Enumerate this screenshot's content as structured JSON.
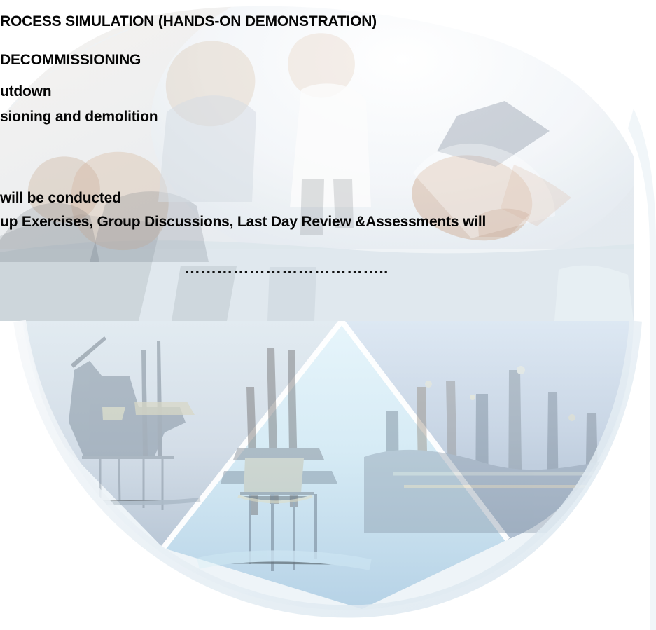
{
  "document": {
    "lines": [
      "ROCESS SIMULATION (HANDS-ON DEMONSTRATION)",
      "DECOMMISSIONING",
      "utdown",
      "sioning and demolition",
      "will be conducted",
      "up Exercises, Group Discussions, Last Day Review &Assessments will"
    ],
    "dots": "……………………………….."
  }
}
